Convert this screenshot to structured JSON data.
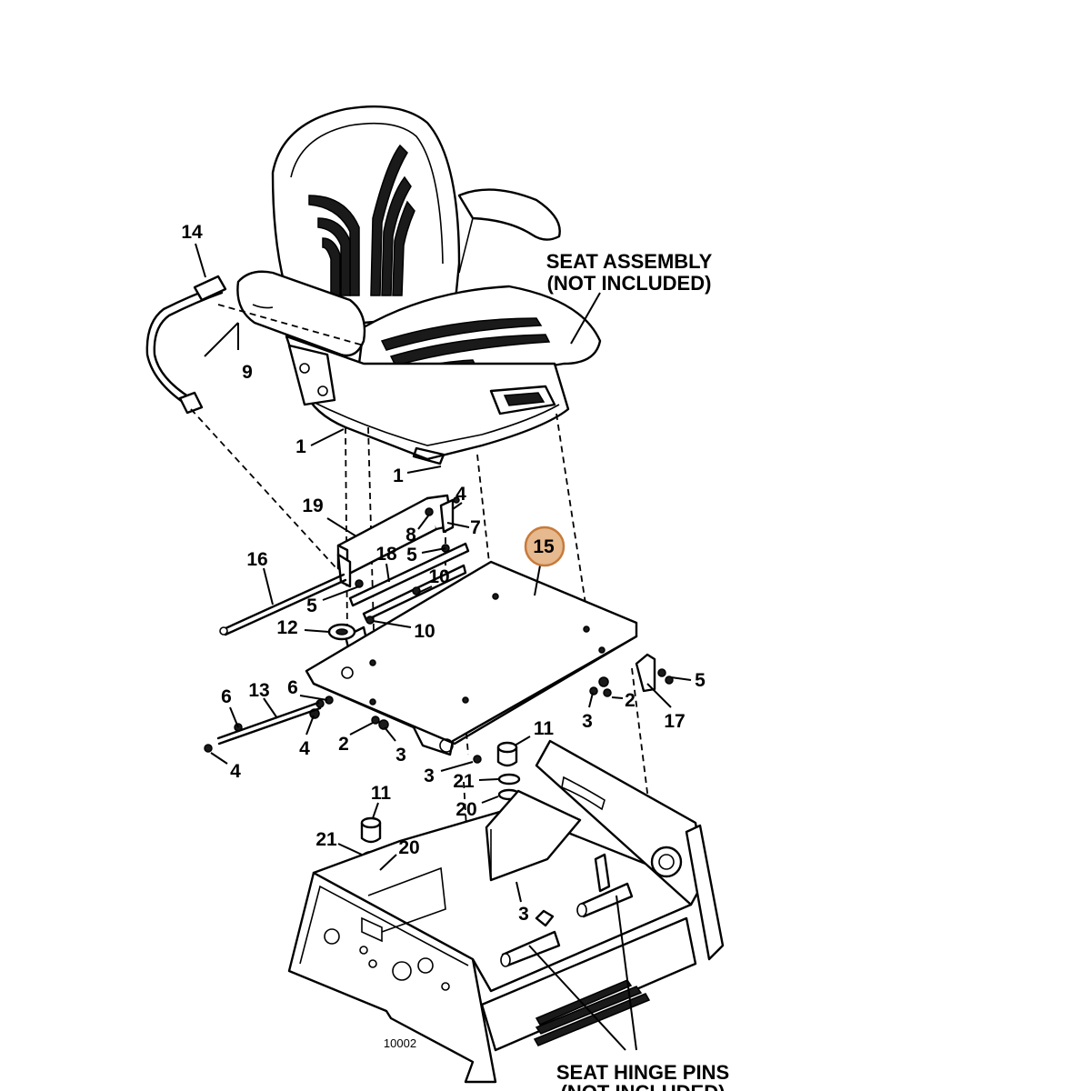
{
  "figure_number": "10002",
  "highlight_color": "#e6b98e",
  "highlight_stroke": "#c77a3a",
  "notes": {
    "seat_assembly_line1": "SEAT ASSEMBLY",
    "seat_assembly_line2": "(NOT INCLUDED)",
    "hinge_pins_line1": "SEAT HINGE PINS",
    "hinge_pins_line2": "(NOT INCLUDED)"
  },
  "callouts": {
    "c14": "14",
    "c9": "9",
    "c1a": "1",
    "c1b": "1",
    "c19": "19",
    "c4a": "4",
    "c7": "7",
    "c8": "8",
    "c5a": "5",
    "c18": "18",
    "c16": "16",
    "c10a": "10",
    "c5b": "5",
    "c12": "12",
    "c10b": "10",
    "c15": "15",
    "c6a": "6",
    "c6b": "6",
    "c13": "13",
    "c4b": "4",
    "c2a": "2",
    "c3a": "3",
    "c4c": "4",
    "c5c": "5",
    "c2b": "2",
    "c3b": "3",
    "c17": "17",
    "c11a": "11",
    "c3c": "3",
    "c21a": "21",
    "c20a": "20",
    "c11b": "11",
    "c21b": "21",
    "c20b": "20",
    "c3d": "3"
  }
}
